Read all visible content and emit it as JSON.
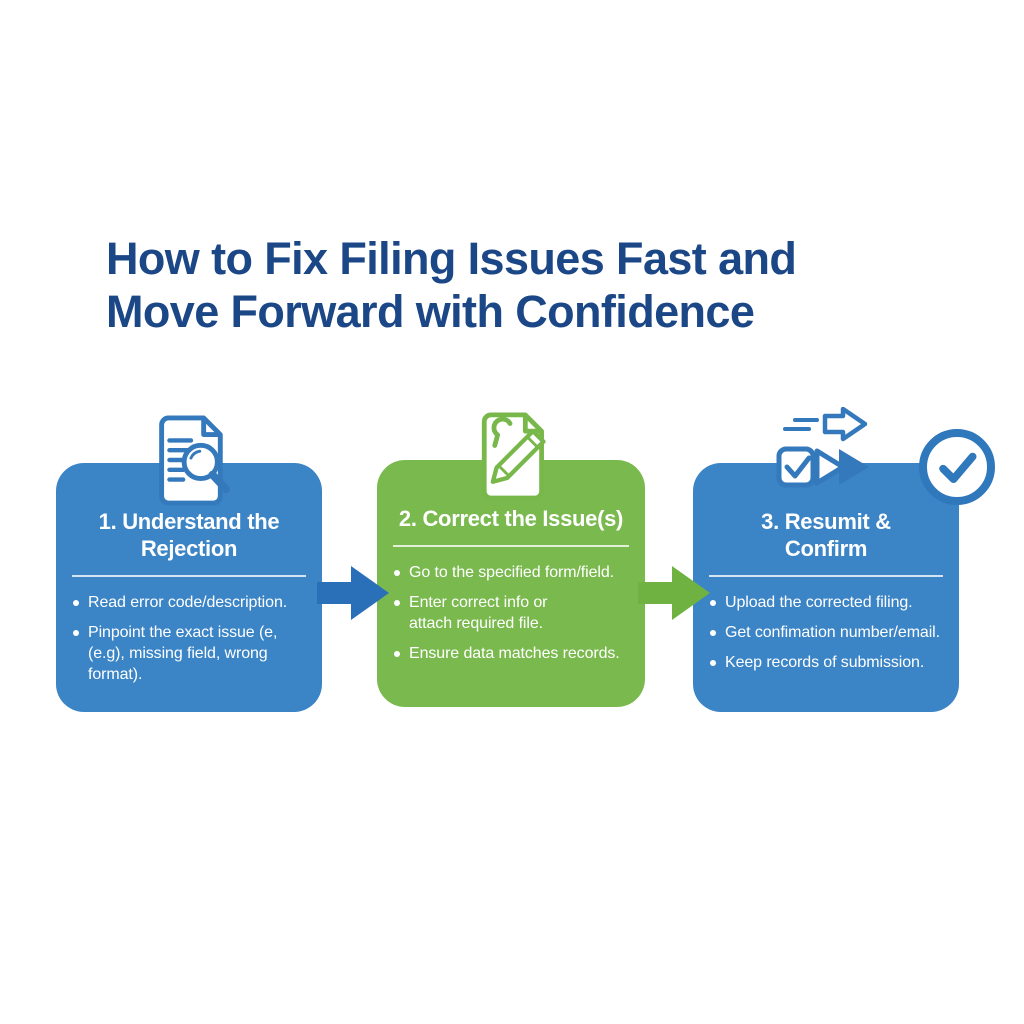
{
  "title": {
    "line1": "How to Fix Filing Issues Fast and",
    "line2": "Move Forward with Confidence"
  },
  "colors": {
    "background": "#ffffff",
    "title_text": "#1b4787",
    "box_blue": "#3b84c6",
    "box_green": "#7ab94e",
    "arrow_blue": "#2a70b8",
    "arrow_green": "#6fb241",
    "icon_blue": "#3579bd",
    "icon_green": "#78b74a",
    "badge_blue": "#2f78bc",
    "text_on_box": "#ffffff"
  },
  "steps": [
    {
      "heading": "1. Understand the\nRejection",
      "icon": "document-search",
      "bullets": [
        "Read error code/description.",
        "Pinpoint the exact issue (e,\n(e.g), missing field, wrong\nformat)."
      ]
    },
    {
      "heading": "2. Correct the Issue(s)",
      "icon": "document-repair-pencil",
      "bullets": [
        "Go to the specified form/field.",
        "Enter correct info or\nattach required file.",
        "Ensure data matches records."
      ]
    },
    {
      "heading": "3. Resumit &\nConfirm",
      "icon": "fast-forward-checkbox",
      "badge_icon": "check-circle",
      "bullets": [
        "Upload the corrected filing.",
        "Get confimation number/email.",
        "Keep records of submission."
      ]
    }
  ]
}
